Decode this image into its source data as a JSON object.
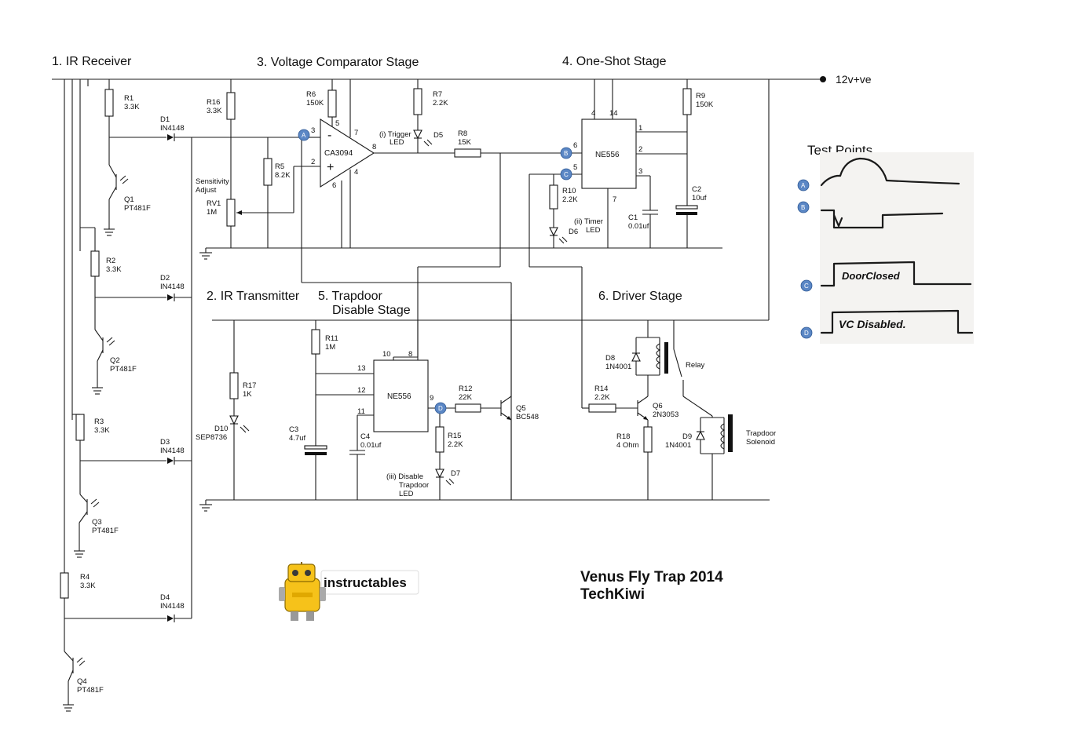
{
  "stages": {
    "ir_receiver": "1. IR Receiver",
    "ir_transmitter": "2. IR Transmitter",
    "comparator": "3. Voltage Comparator Stage",
    "one_shot": "4. One-Shot Stage",
    "trapdoor_line1": "5. Trapdoor",
    "trapdoor_line2": "Disable Stage",
    "driver": "6. Driver Stage"
  },
  "supply": "12v+ve",
  "project_title": "Venus Fly Trap 2014",
  "author": "TechKiwi",
  "logo_text": "instructables",
  "test_points": {
    "heading": "Test Points",
    "a": "A",
    "b": "B",
    "c": "C",
    "d": "D",
    "c_note": "DoorClosed",
    "d_note": "VC Disabled."
  },
  "components": {
    "r1": [
      "R1",
      "3.3K"
    ],
    "r2": [
      "R2",
      "3.3K"
    ],
    "r3": [
      "R3",
      "3.3K"
    ],
    "r4": [
      "R4",
      "3.3K"
    ],
    "d1": [
      "D1",
      "IN4148"
    ],
    "d2": [
      "D2",
      "IN4148"
    ],
    "d3": [
      "D3",
      "IN4148"
    ],
    "d4": [
      "D4",
      "IN4148"
    ],
    "q1": [
      "Q1",
      "PT481F"
    ],
    "q2": [
      "Q2",
      "PT481F"
    ],
    "q3": [
      "Q3",
      "PT481F"
    ],
    "q4": [
      "Q4",
      "PT481F"
    ],
    "r16": [
      "R16",
      "3.3K"
    ],
    "r5": [
      "R5",
      "8.2K"
    ],
    "rv1": [
      "RV1",
      "1M"
    ],
    "sensitivity": [
      "Sensitivity",
      "Adjust"
    ],
    "r6": [
      "R6",
      "150K"
    ],
    "ca3094": "CA3094",
    "r7": [
      "R7",
      "2.2K"
    ],
    "trigger_led": [
      "(i) Trigger",
      "LED"
    ],
    "d5": "D5",
    "r8": [
      "R8",
      "15K"
    ],
    "ne556_a": "NE556",
    "r9": [
      "R9",
      "150K"
    ],
    "r10": [
      "R10",
      "2.2K"
    ],
    "timer_led": [
      "(ii) Timer",
      "LED"
    ],
    "d6": "D6",
    "c1": [
      "C1",
      "0.01uf"
    ],
    "c2": [
      "C2",
      "10uf"
    ],
    "r17": [
      "R17",
      "1K"
    ],
    "d10": [
      "D10",
      "SEP8736"
    ],
    "r11": [
      "R11",
      "1M"
    ],
    "c3": [
      "C3",
      "4.7uf"
    ],
    "c4": [
      "C4",
      "0.01uf"
    ],
    "ne556_b": "NE556",
    "r12": [
      "R12",
      "22K"
    ],
    "q5": [
      "Q5",
      "BC548"
    ],
    "r15": [
      "R15",
      "2.2K"
    ],
    "disable_led": [
      "(iii) Disable",
      "Trapdoor",
      "LED"
    ],
    "d7": "D7",
    "d8": [
      "D8",
      "1N4001"
    ],
    "relay": "Relay",
    "r14": [
      "R14",
      "2.2K"
    ],
    "q6": [
      "Q6",
      "2N3053"
    ],
    "r18": [
      "R18",
      "4 Ohm"
    ],
    "d9": [
      "D9",
      "1N4001"
    ],
    "solenoid": [
      "Trapdoor",
      "Solenoid"
    ]
  },
  "pins": {
    "op_3": "3",
    "op_2": "2",
    "op_5": "5",
    "op_7": "7",
    "op_8": "8",
    "op_4": "4",
    "op_6": "6",
    "op_minus": "-",
    "op_plus": "+",
    "u1_4": "4",
    "u1_14": "14",
    "u1_6": "6",
    "u1_5": "5",
    "u1_7": "7",
    "u1_1": "1",
    "u1_2": "2",
    "u1_3": "3",
    "u2_10": "10",
    "u2_8": "8",
    "u2_13": "13",
    "u2_12": "12",
    "u2_11": "11",
    "u2_9": "9"
  }
}
